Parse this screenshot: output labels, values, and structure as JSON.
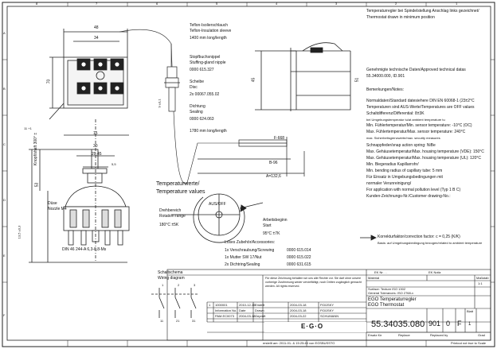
{
  "frame": {
    "col_marks": [
      "8",
      "7",
      "6",
      "5",
      "4",
      "3",
      "2",
      "1"
    ],
    "row_marks": [
      "A",
      "B",
      "C",
      "D",
      "E",
      "F"
    ]
  },
  "header_note": {
    "line1": "Temperaturregler bei Spindelstellung Anschlag links gezeichnet/",
    "line2": "Thermostat drawn in minimum position"
  },
  "approved": {
    "line1": "Genehmigte technische Daten/Approved technical datas",
    "line2": "55.34000.000, ID.901"
  },
  "remarks": {
    "title": "Bemerkungen/Notes:",
    "lines": [
      "Normaldaten/Standard datesiehere DIN EN 60068-1 (23±2°C",
      "Temperaturen sind AUS-Werte/Temperatures are OFF values",
      "Schaltdifferenz/Differential: 8±3K",
      "bei Umgebungstemperatur tu/at ambient temperature tu",
      "Min. Fühlertemperatur/Min. sensor temperature: -10°C (OC)",
      "Max. Fühlertemperatur/Max. sensor temperature: 240°C",
      "max. Sicherheitsgrenzwerte/max. security measures",
      "Schnappfeder/snap action spring: NiBe",
      "Max. Gehäusetemperatur/Max. housing temperature (VDE): 150°C",
      "Max. Gehäusetemperatur/Max. housing temperature (UL): 120°C",
      "Min. Biegeradius Kapillarrohr/",
      "Min. bending radius of capillary tube: 5 mm",
      "Für Einsatz in Umgebungsbedingungen mit",
      "normaler Verunreinigung/",
      "For application with normal pollution level (Typ 1 B C)",
      "Kunden-Zeichnungs-Nr./Customer drawing-No.:"
    ]
  },
  "correction": {
    "line1": "Korrekturfaktor/correction factor: c = 0,25 (K/K)",
    "line2": "Basis: auf Umgebungsbedingung bezogen/related to ambient temperature"
  },
  "capillary_labels": {
    "sleeve_de": "Teflon-Isolierschlauch",
    "sleeve_en": "Teflon-Insulation sleeve",
    "sleeve_len": "1400 mm long/length",
    "nipple_de": "Stopfbuchsnippel",
    "nipple_en": "Stuffing-gland nipple",
    "nipple_no": "0000 615.327",
    "disc_de": "Scheibe",
    "disc_en": "Disc",
    "disc_no": "2x  00067.055.02",
    "seal_de": "Dichtung",
    "seal_en": "Sealing",
    "seal_no": "0000 624.063",
    "cap_len": "1780 mm long/length"
  },
  "dims": {
    "d48": "48",
    "d34": "34",
    "d70": "70",
    "d11": "11 +1",
    "d45": "45",
    "d51": "51",
    "d9": "9 ±0,1",
    "d15": "15",
    "d30": "30",
    "d2945": "29,45",
    "d555": "5,5",
    "d53": "53",
    "d135": "13,5 ±0,3",
    "m4": "M4",
    "f668": "F-668",
    "b96": "B-96",
    "a1326": "A=132,6",
    "thread": "DIN 46 244-A 6,3-0,8-Ms",
    "knopf": "Knopf/shaft 300° ±",
    "cable": "Ansteuer",
    "nozzle_de": "Düse",
    "nozzle_en": "Nozzle M4"
  },
  "temperature": {
    "title_de": "Temperaturwerte/",
    "title_en": "Temperature values",
    "range_de": "Drehbereich",
    "range_en": "Rotation range",
    "range_val": "180°C ±5K",
    "off_label": "AUS/OFF",
    "start_de": "Arbeitsbeginn",
    "start_en": "Start",
    "start_val": "95°C ±7K"
  },
  "accessories": {
    "title": "Loses Zubehör/Accessories:",
    "rows": [
      {
        "qty": "1x Verschraubung/Screwing",
        "part": "0000 615.014"
      },
      {
        "qty": "1x Mutter SW 17/Nut",
        "part": "0000 615.022"
      },
      {
        "qty": "2x Dichtring/Sealing",
        "part": "0000 631.615"
      }
    ]
  },
  "wiring": {
    "title_de": "Schaltschema",
    "title_en": "Wiring diagram",
    "t1": "1",
    "t2": "2",
    "t3": "3",
    "t11": "11",
    "t21": "21",
    "t31": "31"
  },
  "legal_note": "Für diese Zeichnung behalten wir uns alle Rechte vor. Sie darf ohne unsere vorherige Zustimmung weder vervielfältigt, noch Dritten zugänglich gemacht werden. All rights reserved.",
  "title_block": {
    "ek_nr": "EK Nr. . .",
    "ek_notiz": "EK Notiz",
    "material": "Material",
    "surface": "Surface: Texture ISO 1302",
    "tolerance": "General Tolerances: ISO 2768-v",
    "title1": "EGO Temperaturregler",
    "title2": "EGO Thermostat",
    "part_no": "55.34035.080",
    "scale_label": "Maßstab",
    "scale_val": "1:1",
    "id_val": "901",
    "rev_val": "0",
    "sheet_label": "Blatt",
    "sheet_val": "1",
    "format": "F",
    "format_val": "1",
    "ersatz": "Ersatz für",
    "replace": "Replace",
    "replaced": "Replaced by",
    "grad": "Grad",
    "revisions": [
      {
        "idx": "1",
        "no": "1000001",
        "date": "2010-12-15",
        "name": "Erstellt",
        "check": "2004-03-18",
        "by": "P.DÜSKY"
      },
      {
        "idx": "",
        "no": "Information No.",
        "date": "Date",
        "name": "Drawn",
        "check": "2004-03-18",
        "by": "P.DÜSKY"
      },
      {
        "idx": "",
        "no": "PAM.EC0073",
        "date": "2004-03-18",
        "name": "Geprüft",
        "check": "2004-03-22",
        "by": "SCHUMANN"
      }
    ]
  },
  "footer": {
    "center": "erstellt am: 2011-01-  & 15:25:45 von EGSBUSSTO",
    "right": "Printout not true to Scale"
  },
  "logo": "E·G·O"
}
